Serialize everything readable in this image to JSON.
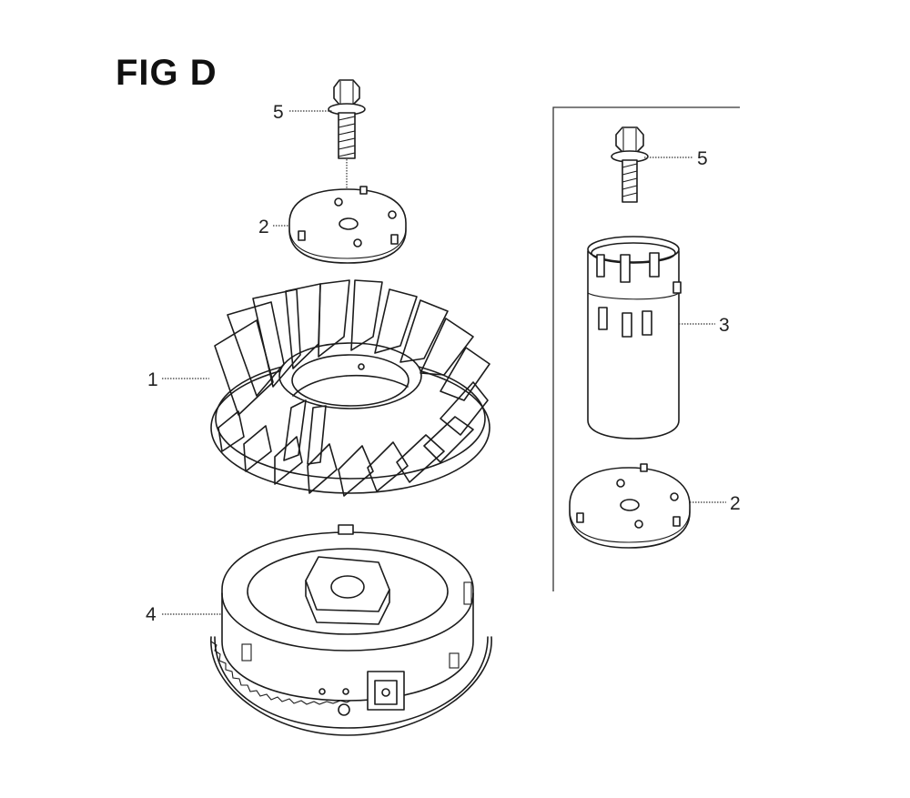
{
  "figure": {
    "title": "FIG D"
  },
  "callouts": {
    "bolt_left": "5",
    "plate_left": "2",
    "fan": "1",
    "flywheel": "4",
    "bolt_right": "5",
    "cup": "3",
    "plate_right": "2"
  }
}
